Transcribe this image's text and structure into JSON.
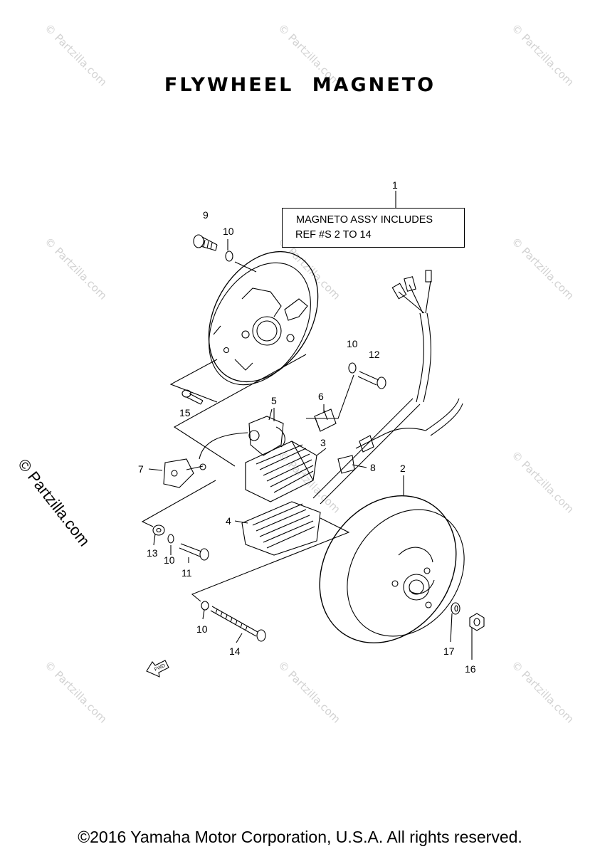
{
  "title": "FLYWHEEL  MAGNETO",
  "note": {
    "line1": "MAGNETO ASSY INCLUDES",
    "line2": "REF #S  2 TO 14"
  },
  "callouts": {
    "c1": "1",
    "c2": "2",
    "c3": "3",
    "c4": "4",
    "c5": "5",
    "c6": "6",
    "c7": "7",
    "c8": "8",
    "c9": "9",
    "c10a": "10",
    "c10b": "10",
    "c10c": "10",
    "c10d": "10",
    "c11": "11",
    "c12": "12",
    "c13": "13",
    "c14": "14",
    "c15": "15",
    "c16": "16",
    "c17": "17"
  },
  "fwd_label": "FWD",
  "watermark": {
    "text": "© Partzilla.com",
    "side_text": "© Partzilla.com"
  },
  "copyright": "©2016 Yamaha Motor Corporation, U.S.A. All rights reserved."
}
